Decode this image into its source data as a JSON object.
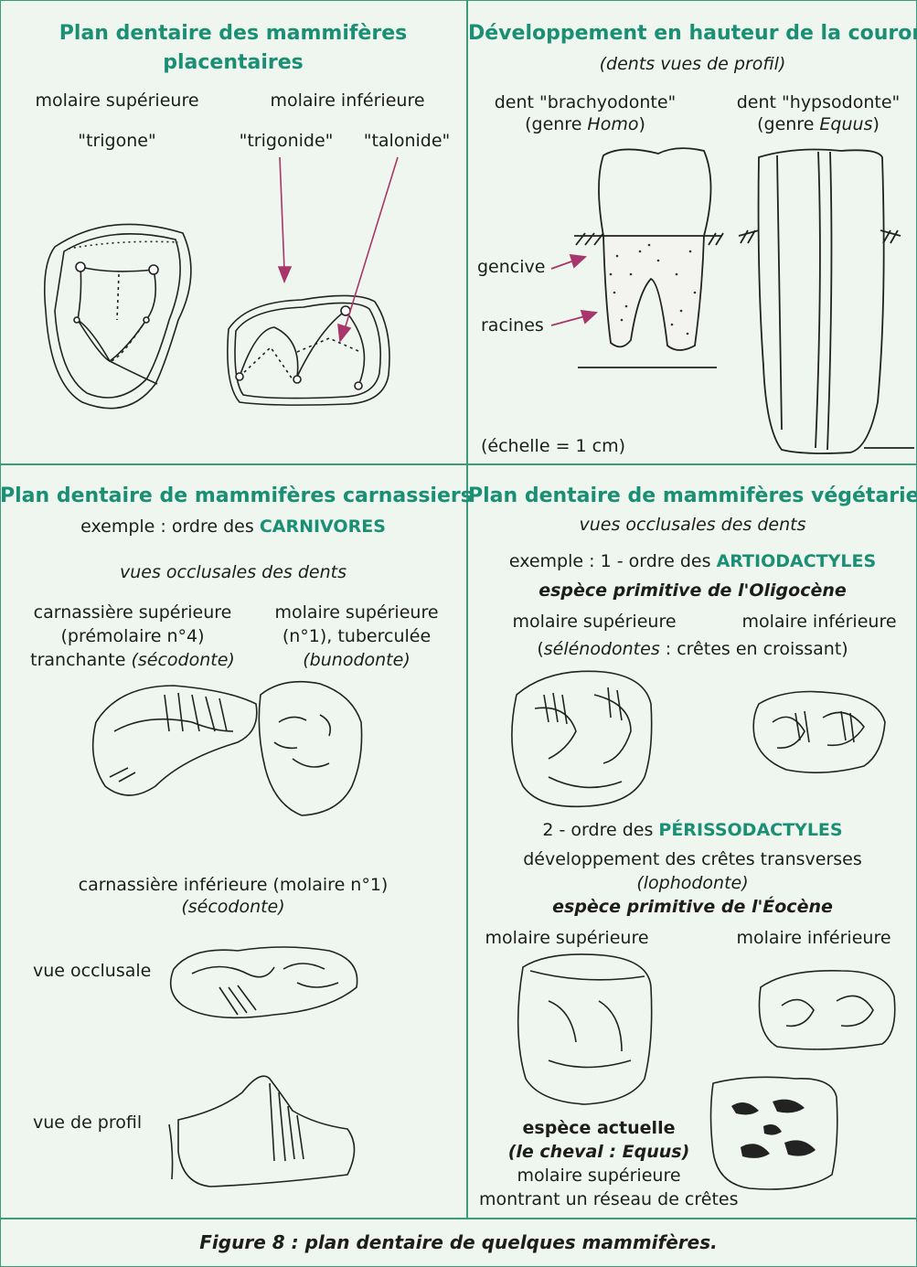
{
  "panel1": {
    "title1": "Plan dentaire des mammifères",
    "title2": "placentaires",
    "upper_label": "molaire supérieure",
    "lower_label": "molaire inférieure",
    "trigone": "\"trigone\"",
    "trigonide": "\"trigonide\"",
    "talonide": "\"talonide\""
  },
  "panel2": {
    "title": "Développement en hauteur de la couronne",
    "subtitle": "(dents vues de profil)",
    "brachy_1": "dent \"brachyodonte\"",
    "brachy_2a": "(genre ",
    "brachy_2b": "Homo",
    "brachy_2c": ")",
    "hypso_1": "dent \"hypsodonte\"",
    "hypso_2a": "(genre ",
    "hypso_2b": "Equus",
    "hypso_2c": ")",
    "gencive": "gencive",
    "racines": "racines",
    "scale": "(échelle = 1 cm)"
  },
  "panel3": {
    "title": "Plan dentaire de mammifères carnassiers",
    "example_a": "exemple : ordre des ",
    "example_b": "CARNIVORES",
    "views": "vues occlusales des dents",
    "carn_sup_1": "carnassière supérieure",
    "carn_sup_2": "(prémolaire n°4)",
    "carn_sup_3a": "tranchante ",
    "carn_sup_3b": "(sécodonte)",
    "mol_sup_1": "molaire supérieure",
    "mol_sup_2": "(n°1), tuberculée",
    "mol_sup_3": "(bunodonte)",
    "carn_inf_1": "carnassière inférieure (molaire n°1)",
    "carn_inf_2": "(sécodonte)",
    "occlusal": "vue occlusale",
    "profil": "vue de profil"
  },
  "panel4": {
    "title": "Plan dentaire de mammifères végétariens",
    "views": "vues occlusales des dents",
    "ex1_a": "exemple : 1 - ordre des ",
    "ex1_b": "ARTIODACTYLES",
    "oligocene": "espèce primitive de l'Oligocène",
    "sup1": "molaire supérieure",
    "inf1": "molaire inférieure",
    "seleno_a": "(",
    "seleno_b": "sélénodontes",
    "seleno_c": " : crêtes en croissant)",
    "ex2_a": "2 - ordre des ",
    "ex2_b": "PÉRISSODACTYLES",
    "crests": "développement des crêtes transverses",
    "lopho": "(lophodonte)",
    "eocene": "espèce primitive de l'Éocène",
    "sup2": "molaire supérieure",
    "inf2": "molaire inférieure",
    "actuelle_1": "espèce actuelle",
    "actuelle_2": "(le cheval : Equus)",
    "actuelle_3": "molaire supérieure",
    "actuelle_4": "montrant un réseau de crêtes"
  },
  "caption": "Figure 8 : plan dentaire de quelques mammifères.",
  "colors": {
    "frame": "#3d9a7a",
    "title_green": "#1a8f74",
    "arrow": "#a8366a",
    "background": "#eef6ef"
  }
}
